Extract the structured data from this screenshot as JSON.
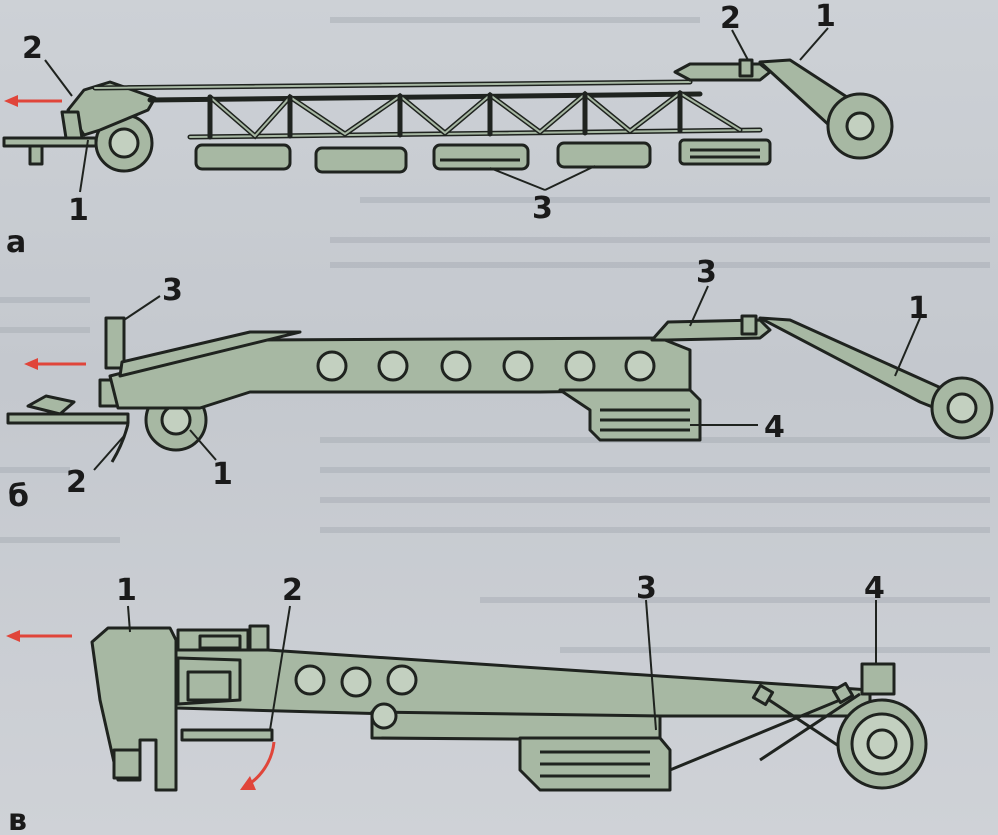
{
  "figure": {
    "panels": [
      {
        "id": "a",
        "letter": "а",
        "labels": {
          "n1_left": "1",
          "n2_left": "2",
          "n1_right": "1",
          "n2_right": "2",
          "n3": "3"
        }
      },
      {
        "id": "b",
        "letter": "б",
        "labels": {
          "n3_left": "3",
          "n2": "2",
          "n1_wheel": "1",
          "n3_right": "3",
          "n1_right": "1",
          "n4": "4"
        }
      },
      {
        "id": "c",
        "letter": "в",
        "labels": {
          "n1": "1",
          "n2": "2",
          "n3": "3",
          "n4": "4"
        }
      }
    ],
    "colors": {
      "machine": "#a7b8a3",
      "outline": "#1f231f",
      "arrow": "#e0453a",
      "background": "#c9cdd3"
    }
  }
}
